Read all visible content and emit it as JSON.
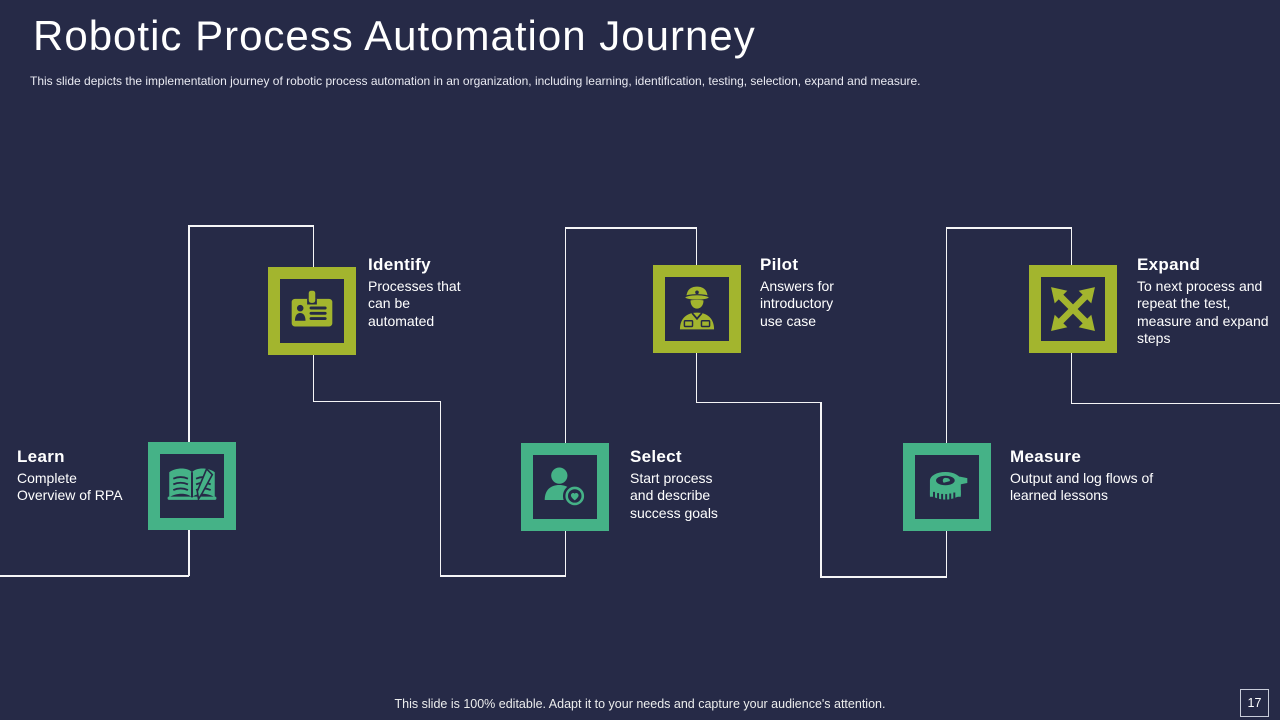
{
  "slide": {
    "title": "Robotic Process Automation Journey",
    "subtitle": "This slide depicts the implementation journey of robotic process automation in an organization, including learning, identification, testing, selection, expand and measure.",
    "footer": "This slide is 100% editable. Adapt it to your needs and capture your audience's attention.",
    "page_number": "17"
  },
  "colors": {
    "background": "#262a47",
    "teal": "#45b287",
    "olive": "#a3b52e",
    "text": "#ffffff",
    "connector": "#f5f5f7"
  },
  "steps": [
    {
      "label": "Learn",
      "desc": "Complete Overview of RPA",
      "icon": "open-book-icon",
      "color": "teal"
    },
    {
      "label": "Identify",
      "desc": "Processes that can be automated",
      "icon": "id-badge-icon",
      "color": "olive"
    },
    {
      "label": "Select",
      "desc": "Start process and describe success goals",
      "icon": "person-check-icon",
      "color": "teal"
    },
    {
      "label": "Pilot",
      "desc": "Answers for introductory use case",
      "icon": "pilot-icon",
      "color": "olive"
    },
    {
      "label": "Measure",
      "desc": "Output and log flows of learned lessons",
      "icon": "tape-measure-icon",
      "color": "teal"
    },
    {
      "label": "Expand",
      "desc": "To next process and repeat the test, measure and expand steps",
      "icon": "expand-arrows-icon",
      "color": "olive"
    }
  ]
}
